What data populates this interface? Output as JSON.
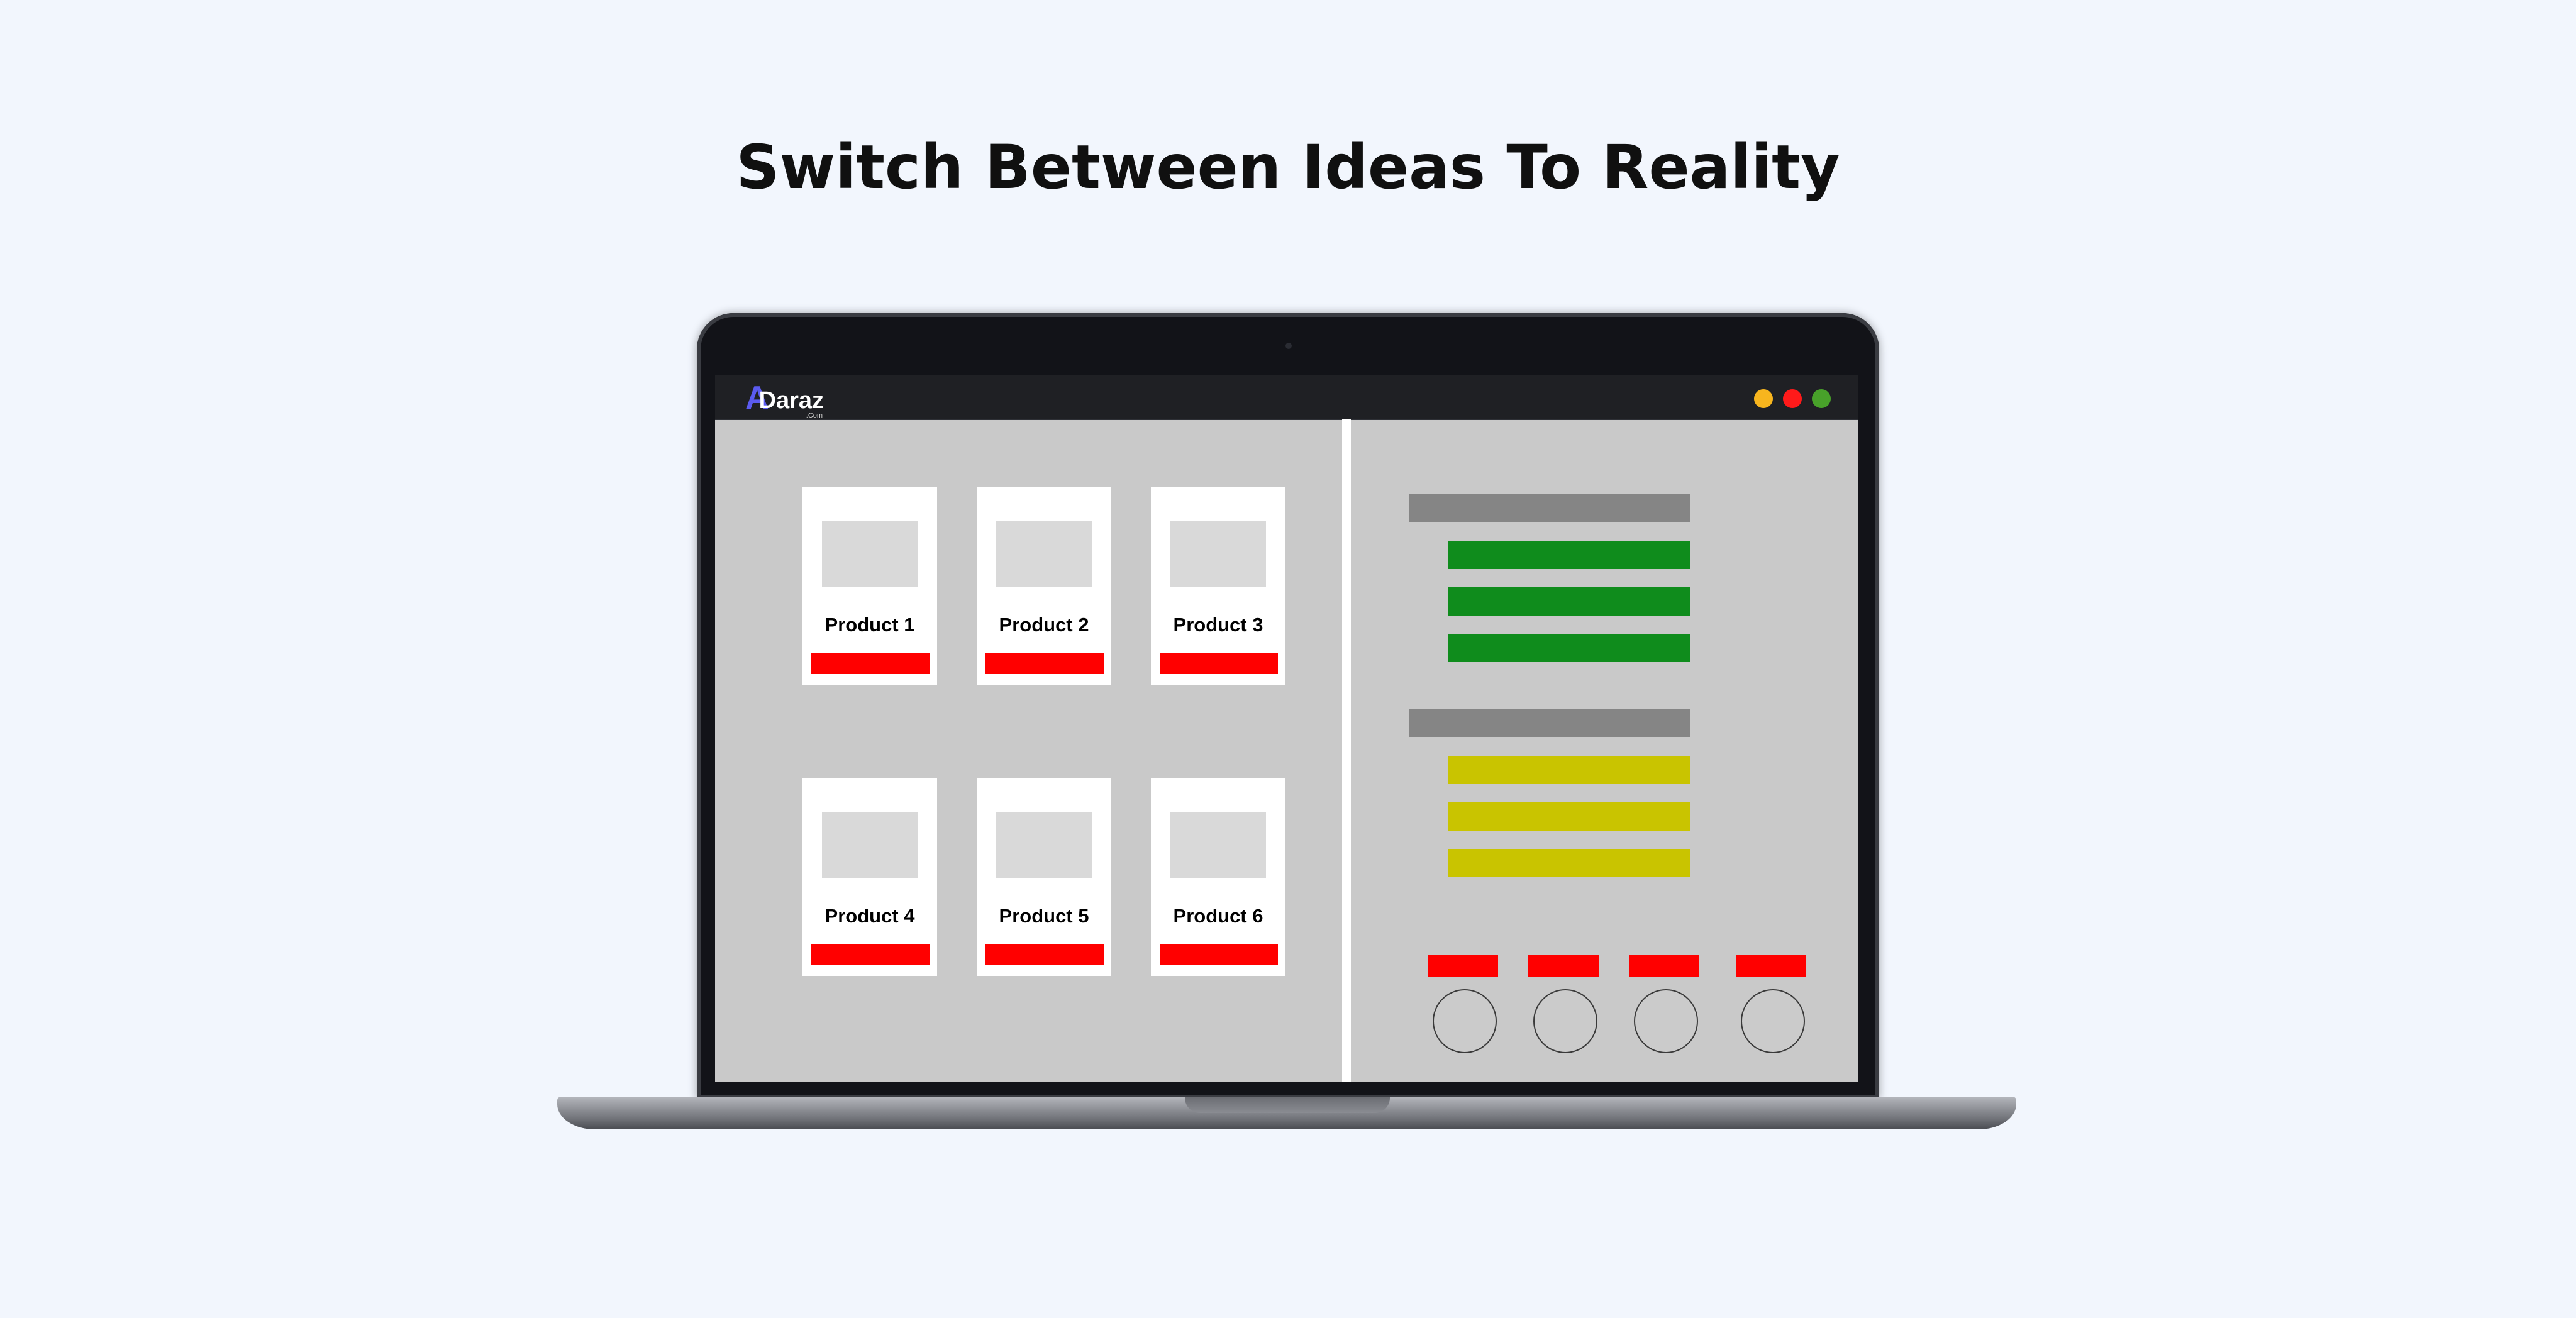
{
  "headline": "Switch Between Ideas To Reality",
  "app": {
    "logo_mark": "A",
    "logo_name": "Daraz",
    "logo_sub": ".Com"
  },
  "window_controls": [
    {
      "name": "minimize",
      "color": "#f7b51e"
    },
    {
      "name": "close",
      "color": "#ff1a1a"
    },
    {
      "name": "maximize",
      "color": "#48a12a"
    }
  ],
  "products": [
    {
      "label": "Product 1"
    },
    {
      "label": "Product 2"
    },
    {
      "label": "Product 3"
    },
    {
      "label": "Product 4"
    },
    {
      "label": "Product 5"
    },
    {
      "label": "Product 6"
    }
  ],
  "colors": {
    "accent_red": "#ff0000",
    "green_bar": "#0f8c1c",
    "yellow_bar": "#c9c400",
    "gray_bar": "#858585"
  }
}
